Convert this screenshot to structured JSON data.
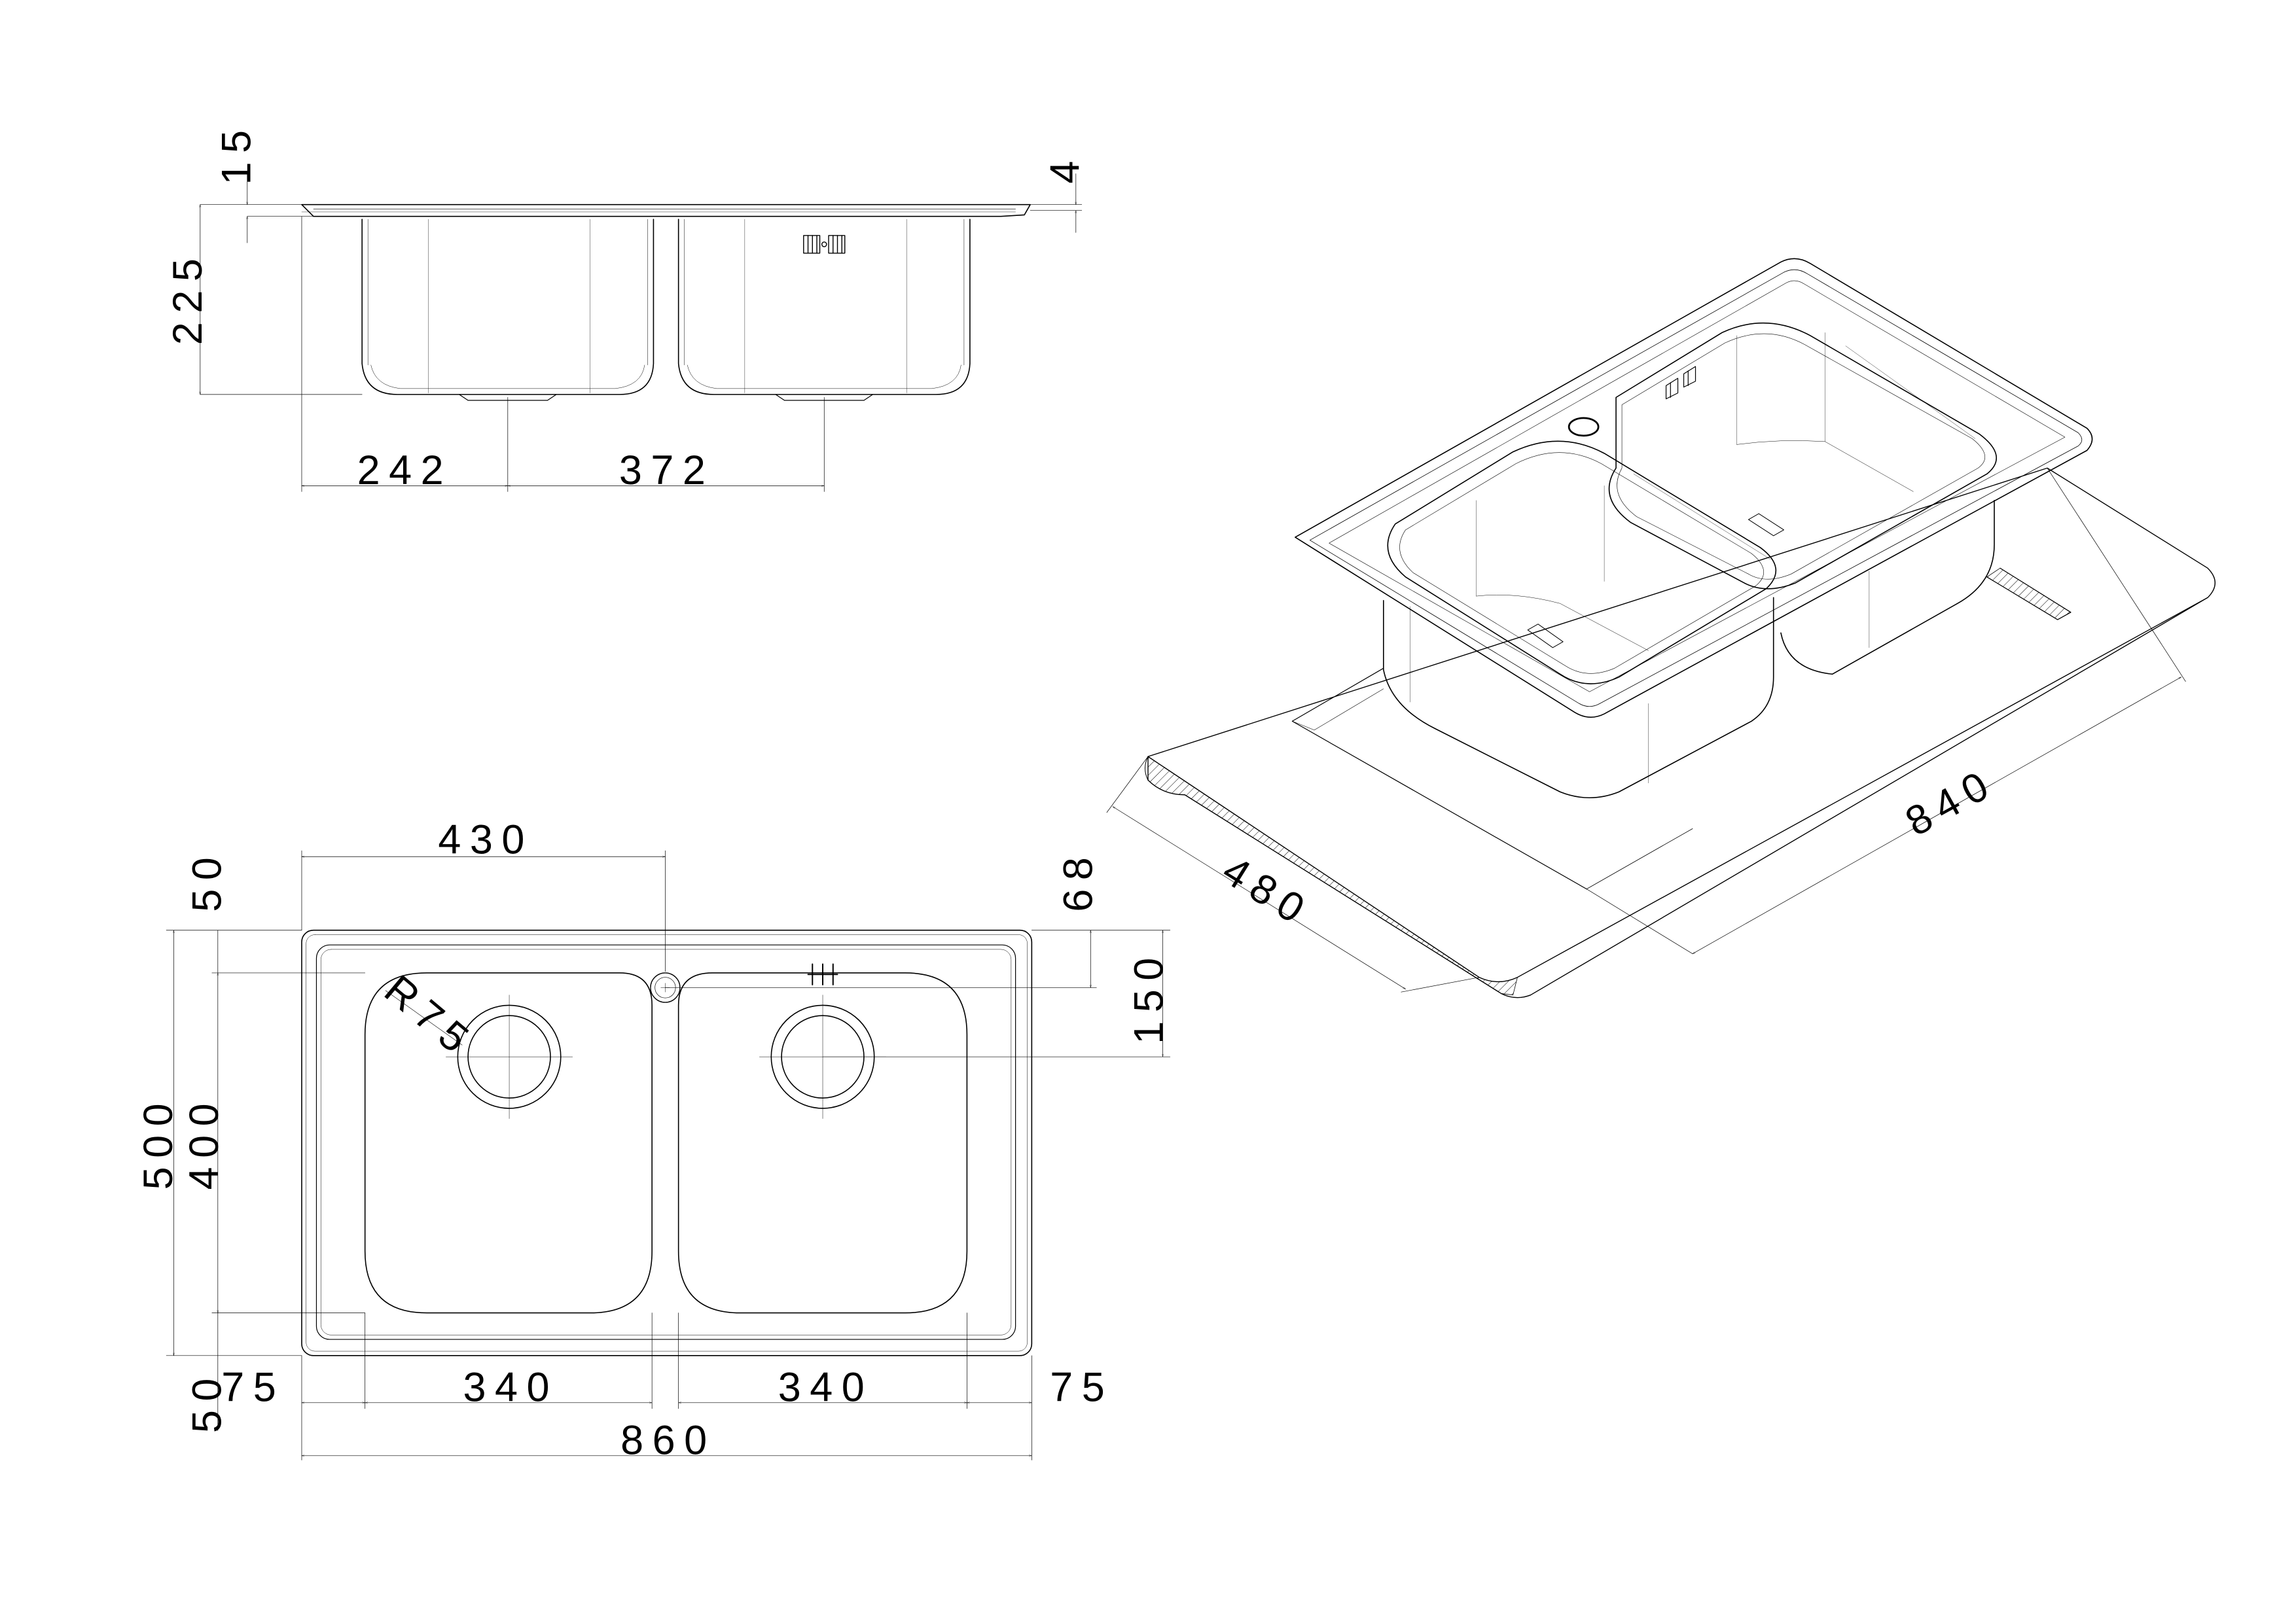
{
  "colors": {
    "line": "#000000",
    "background": "#ffffff",
    "hatch": "#000000"
  },
  "side_view": {
    "dim_top_flange": "15",
    "dim_depth": "225",
    "dim_edge": "4",
    "dim_waste_left": "242",
    "dim_waste_spacing": "372",
    "overflow_icon": "overflow-slot-icon"
  },
  "top_view": {
    "dim_tap_offset": "430",
    "dim_front_rim_top": "50",
    "dim_tap_from_edge": "68",
    "dim_waste_from_edge": "150",
    "dim_overall_depth": "500",
    "dim_bowl_depth": "400",
    "dim_radius": "R75",
    "dim_left_margin": "75",
    "dim_bowl_left": "340",
    "dim_bowl_right": "340",
    "dim_right_margin": "75",
    "dim_overall_width": "860",
    "dim_front_rim_bottom": "50",
    "tap_icon": "tap-hole-icon"
  },
  "iso_view": {
    "dim_cutout_width": "840",
    "dim_cutout_depth": "480",
    "overflow_icon": "overflow-slot-icon"
  }
}
